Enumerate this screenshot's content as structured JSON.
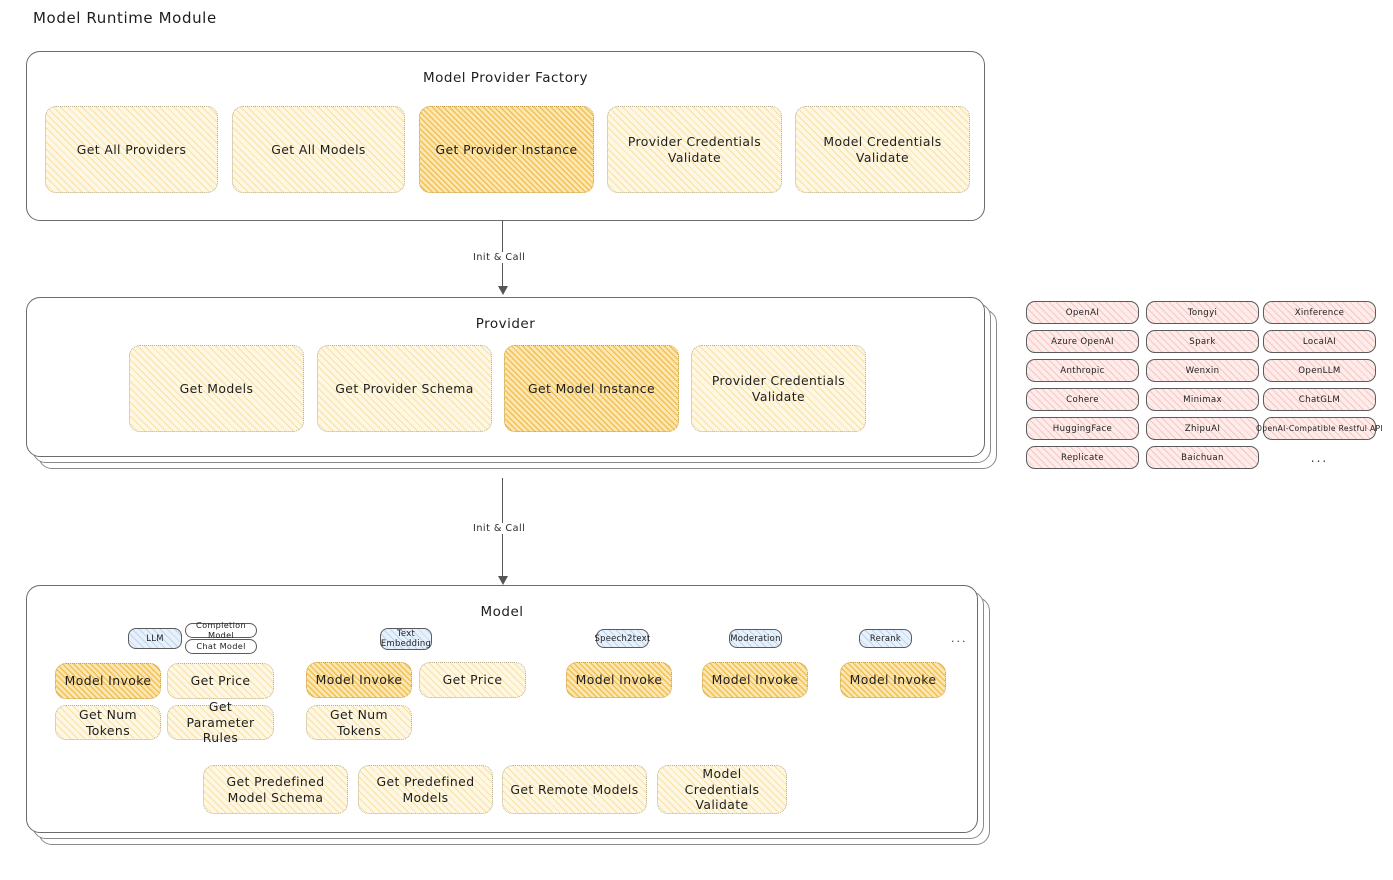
{
  "page": {
    "title": "Model Runtime Module"
  },
  "factory": {
    "title": "Model Provider Factory",
    "items": [
      {
        "label": "Get All Providers",
        "highlight": false
      },
      {
        "label": "Get All Models",
        "highlight": false
      },
      {
        "label": "Get Provider Instance",
        "highlight": true
      },
      {
        "label": "Provider Credentials Validate",
        "highlight": false
      },
      {
        "label": "Model Credentials Validate",
        "highlight": false
      }
    ]
  },
  "arrow1": {
    "label": "Init & Call"
  },
  "provider": {
    "title": "Provider",
    "items": [
      {
        "label": "Get Models",
        "highlight": false
      },
      {
        "label": "Get Provider Schema",
        "highlight": false
      },
      {
        "label": "Get Model Instance",
        "highlight": true
      },
      {
        "label": "Provider Credentials Validate",
        "highlight": false
      }
    ]
  },
  "arrow2": {
    "label": "Init & Call"
  },
  "provider_list": {
    "column1": [
      "OpenAI",
      "Azure OpenAI",
      "Anthropic",
      "Cohere",
      "HuggingFace",
      "Replicate"
    ],
    "column2": [
      "Tongyi",
      "Spark",
      "Wenxin",
      "Minimax",
      "ZhipuAI",
      "Baichuan"
    ],
    "column3": [
      "Xinference",
      "LocalAI",
      "OpenLLM",
      "ChatGLM",
      "OpenAI-Compatible Restful API"
    ],
    "more": "..."
  },
  "model": {
    "title": "Model",
    "more": "...",
    "types": [
      {
        "badge": "LLM",
        "sub_badges": [
          "Completion Model",
          "Chat Model"
        ],
        "methods": [
          {
            "label": "Model Invoke",
            "highlight": true
          },
          {
            "label": "Get Price",
            "highlight": false
          },
          {
            "label": "Get Num Tokens",
            "highlight": false
          },
          {
            "label": "Get Parameter Rules",
            "highlight": false
          }
        ]
      },
      {
        "badge": "Text Embedding",
        "sub_badges": [],
        "methods": [
          {
            "label": "Model Invoke",
            "highlight": true
          },
          {
            "label": "Get Price",
            "highlight": false
          },
          {
            "label": "Get Num Tokens",
            "highlight": false
          }
        ]
      },
      {
        "badge": "Speech2text",
        "sub_badges": [],
        "methods": [
          {
            "label": "Model Invoke",
            "highlight": true
          }
        ]
      },
      {
        "badge": "Moderation",
        "sub_badges": [],
        "methods": [
          {
            "label": "Model Invoke",
            "highlight": true
          }
        ]
      },
      {
        "badge": "Rerank",
        "sub_badges": [],
        "methods": [
          {
            "label": "Model Invoke",
            "highlight": true
          }
        ]
      }
    ],
    "common_methods": [
      {
        "label": "Get Predefined Model Schema"
      },
      {
        "label": "Get Predefined Models"
      },
      {
        "label": "Get Remote Models"
      },
      {
        "label": "Model Credentials Validate"
      }
    ]
  },
  "colors": {
    "leaf_fill": "#fdf7e4",
    "leaf_highlight_fill": "#fbe6b4",
    "chip_fill": "#fdecea",
    "badge_fill": "#e8f1fb",
    "stroke": "#5b5b5b",
    "background": "#ffffff"
  }
}
